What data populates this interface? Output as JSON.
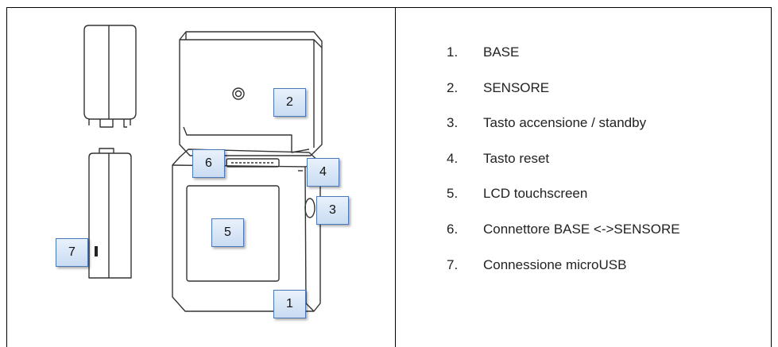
{
  "callouts": [
    "1",
    "2",
    "3",
    "4",
    "5",
    "6",
    "7"
  ],
  "legend": [
    {
      "num": "1.",
      "label": "BASE"
    },
    {
      "num": "2.",
      "label": "SENSORE"
    },
    {
      "num": "3.",
      "label": "Tasto accensione / standby"
    },
    {
      "num": "4.",
      "label": "Tasto reset"
    },
    {
      "num": "5.",
      "label": "LCD touchscreen"
    },
    {
      "num": "6.",
      "label": "Connettore BASE <->SENSORE"
    },
    {
      "num": "7.",
      "label": "Connessione microUSB"
    }
  ],
  "colors": {
    "callout_border": "#4a78b8",
    "callout_fill": "#d6e4f5",
    "line": "#333333"
  }
}
